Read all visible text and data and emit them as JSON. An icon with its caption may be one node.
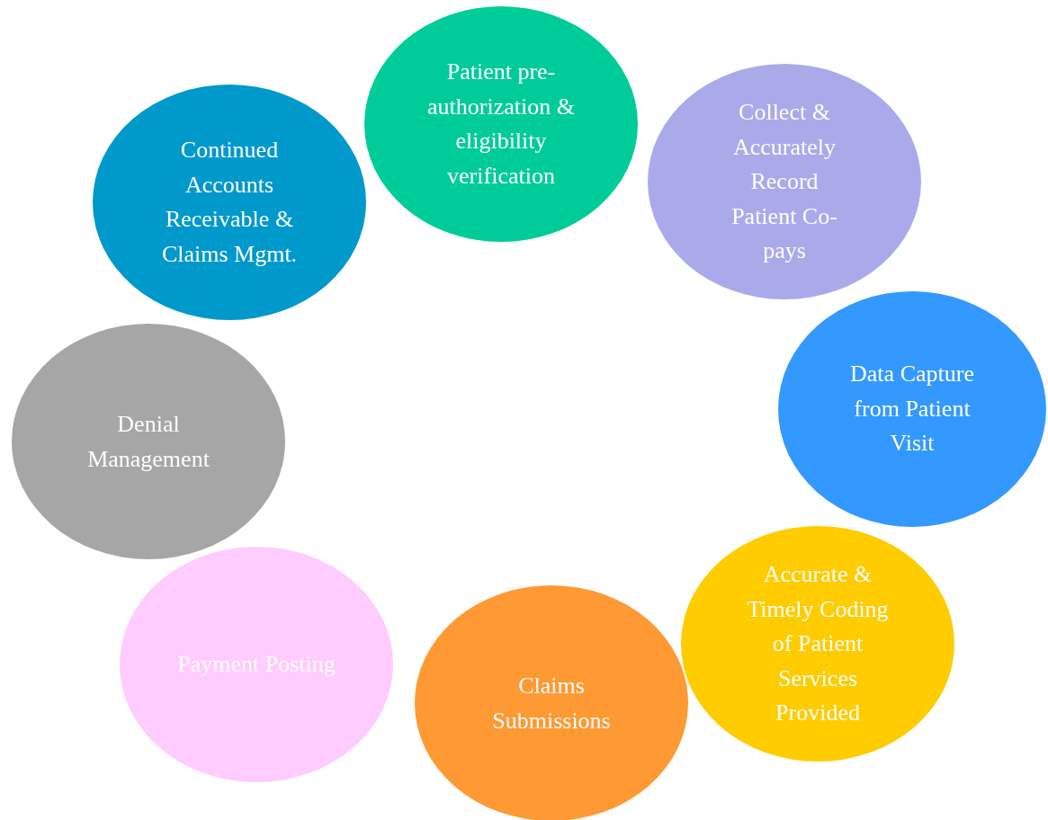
{
  "diagram": {
    "nodes": [
      {
        "text": [
          "Patient pre-authorization & eligibility verification"
        ]
      },
      {
        "text": [
          "Collect & Accurately Record Patient Co-pays"
        ]
      },
      {
        "text": [
          "Data Capture from Patient Visit"
        ]
      },
      {
        "text": [
          "Accurate & Timely Coding of Patient Services Provided"
        ]
      },
      {
        "text": [
          "Claims Submissions"
        ]
      },
      {
        "text": [
          "Payment Posting"
        ]
      },
      {
        "text": [
          "Denial Management"
        ]
      },
      {
        "text": [
          "Continued Accounts Receivable & Claims Mgmt."
        ]
      }
    ]
  }
}
